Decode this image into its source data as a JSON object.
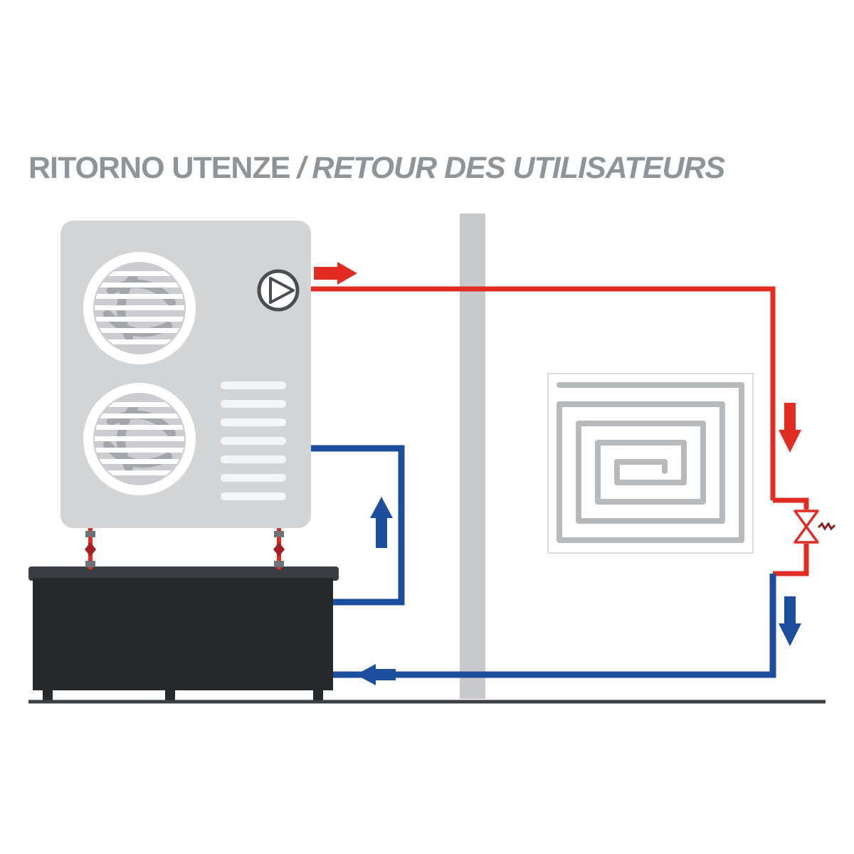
{
  "title": {
    "part1": "RITORNO UTENZE",
    "separator": "/",
    "part2": "RETOUR DES UTILISATEURS"
  },
  "colors": {
    "supply": "#e22b22",
    "return": "#1c4e9d",
    "title_text": "#8f9499",
    "unit_body": "#d2d4d6",
    "fan_inner": "#cbcdd0",
    "wall": "#c7c9cc",
    "coil": "#b7babd",
    "tank_body": "#26292c",
    "tank_rim": "#3a3e42",
    "ground": "#3c3f42",
    "outline": "#4a4e52"
  },
  "icons": {
    "pump": "circle-with-right-triangle",
    "valve": "bowtie-two-triangles-with-actuator-squiggle",
    "flow_supply_arrows": "red-block-arrows",
    "flow_return_arrows": "blue-block-arrows"
  }
}
